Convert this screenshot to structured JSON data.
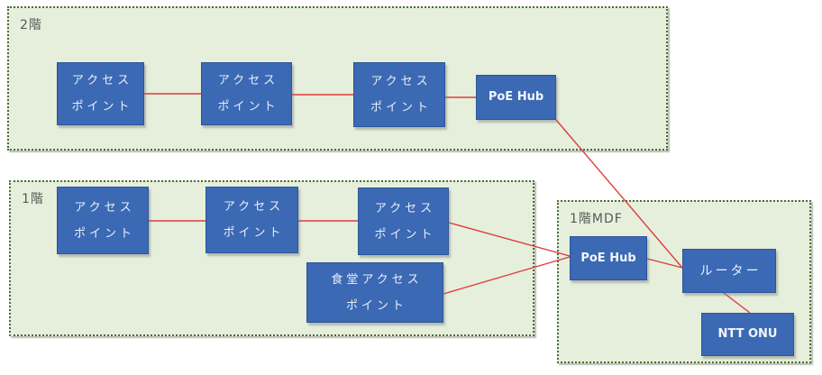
{
  "diagram_title": "",
  "sections": {
    "floor2": {
      "label": "2階"
    },
    "floor1": {
      "label": "1階"
    },
    "mdf": {
      "label": "1階MDF"
    }
  },
  "nodes": {
    "f2_ap1": {
      "line1": "アクセス",
      "line2": "ポイント"
    },
    "f2_ap2": {
      "line1": "アクセス",
      "line2": "ポイント"
    },
    "f2_ap3": {
      "line1": "アクセス",
      "line2": "ポイント"
    },
    "f2_hub": {
      "label": "PoE Hub"
    },
    "f1_ap1": {
      "line1": "アクセス",
      "line2": "ポイント"
    },
    "f1_ap2": {
      "line1": "アクセス",
      "line2": "ポイント"
    },
    "f1_ap3": {
      "line1": "アクセス",
      "line2": "ポイント"
    },
    "f1_cafeteria_ap": {
      "line1": "食堂アクセス",
      "line2": "ポイント"
    },
    "mdf_hub": {
      "label": "PoE Hub"
    },
    "mdf_router": {
      "label": "ルーター"
    },
    "mdf_onu": {
      "label": "NTT ONU"
    }
  },
  "connections": [
    {
      "from": "f2_ap1",
      "to": "f2_ap2"
    },
    {
      "from": "f2_ap2",
      "to": "f2_ap3"
    },
    {
      "from": "f2_ap3",
      "to": "f2_hub"
    },
    {
      "from": "f2_hub",
      "to": "mdf_router"
    },
    {
      "from": "f1_ap1",
      "to": "f1_ap2"
    },
    {
      "from": "f1_ap2",
      "to": "f1_ap3"
    },
    {
      "from": "f1_ap3",
      "to": "mdf_hub"
    },
    {
      "from": "f1_cafeteria_ap",
      "to": "mdf_hub"
    },
    {
      "from": "mdf_hub",
      "to": "mdf_router"
    },
    {
      "from": "mdf_router",
      "to": "mdf_onu"
    }
  ],
  "colors": {
    "node_fill": "#3c69b4",
    "node_border": "#2e5597",
    "node_text": "#e9f0fa",
    "section_fill": "#e5efdc",
    "section_border": "#4a6d35",
    "section_label_text": "#595959",
    "connection_line": "#e03b3b",
    "background": "#ffffff"
  }
}
